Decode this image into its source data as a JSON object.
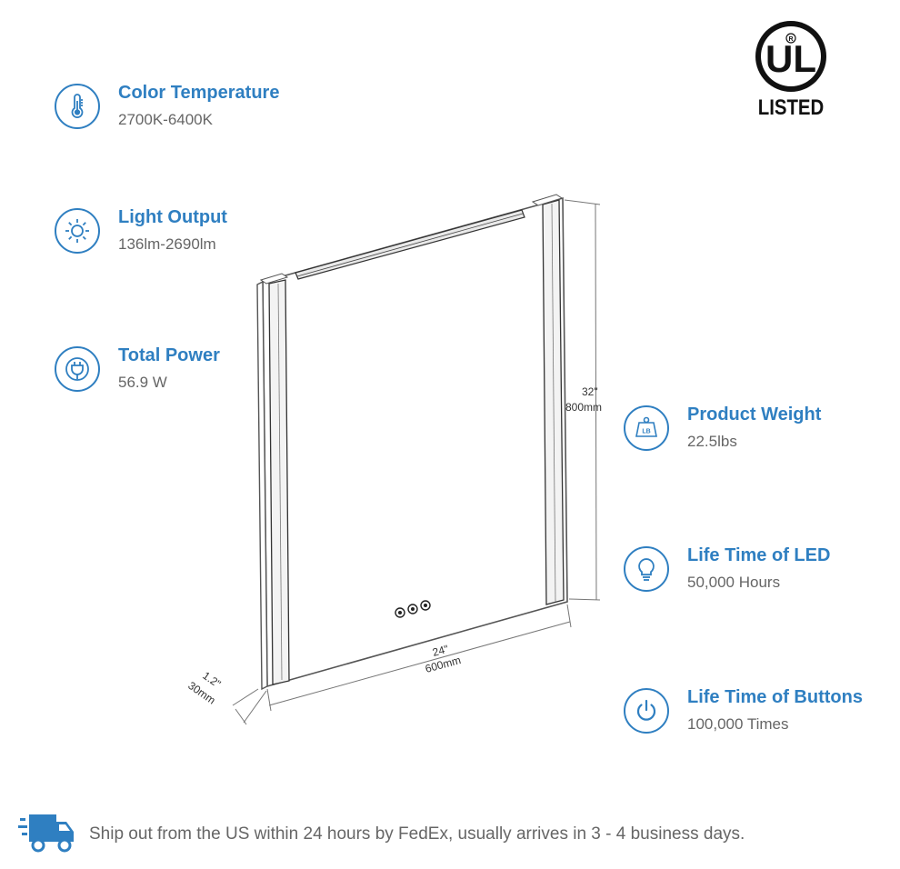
{
  "specs_left": [
    {
      "title": "Color Temperature",
      "value": "2700K-6400K",
      "icon": "thermometer-icon"
    },
    {
      "title": "Light Output",
      "value": "136lm-2690lm",
      "icon": "sun-icon"
    },
    {
      "title": "Total Power",
      "value": "56.9 W",
      "icon": "plug-icon"
    }
  ],
  "specs_right": [
    {
      "title": "Product Weight",
      "value": "22.5lbs",
      "icon": "weight-icon"
    },
    {
      "title": "Life Time of LED",
      "value": "50,000 Hours",
      "icon": "lightbulb-icon"
    },
    {
      "title": "Life Time of Buttons",
      "value": "100,000 Times",
      "icon": "power-icon"
    }
  ],
  "weight_icon_text": "LB",
  "ul_logo": {
    "letters": "UL",
    "registered": "R",
    "listed": "LISTED"
  },
  "dimensions": {
    "height_in": "32\"",
    "height_mm": "800mm",
    "width_in": "24\"",
    "width_mm": "600mm",
    "depth_in": "1.2\"",
    "depth_mm": "30mm"
  },
  "shipping": {
    "text": "Ship out from the US within 24 hours by FedEx, usually arrives in 3 - 4 business days.",
    "icon": "truck-icon"
  },
  "colors": {
    "accent": "#2f7fc1",
    "value_text": "#666666",
    "logo": "#111111"
  }
}
